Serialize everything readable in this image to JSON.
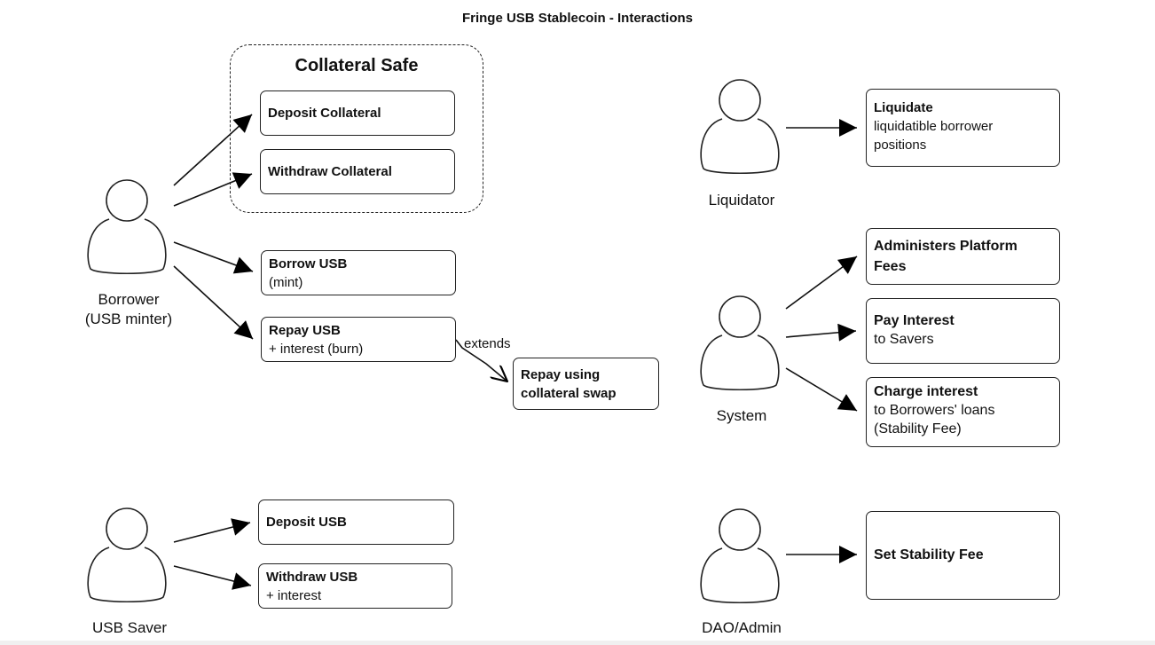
{
  "title": "Fringe USB Stablecoin - Interactions",
  "group": {
    "title": "Collateral Safe"
  },
  "actors": {
    "borrower": {
      "line1": "Borrower",
      "line2": "(USB minter)"
    },
    "saver": {
      "line1": "USB Saver"
    },
    "liquidator": {
      "line1": "Liquidator"
    },
    "system": {
      "line1": "System"
    },
    "dao": {
      "line1": "DAO/Admin"
    }
  },
  "use_cases": {
    "deposit_collateral": {
      "title": "Deposit Collateral",
      "sub": ""
    },
    "withdraw_collateral": {
      "title": "Withdraw Collateral",
      "sub": ""
    },
    "borrow_usb": {
      "title": "Borrow USB",
      "sub": "(mint)"
    },
    "repay_usb": {
      "title": "Repay USB",
      "sub": "+ interest (burn)"
    },
    "repay_swap": {
      "title": "Repay using collateral swap",
      "sub": ""
    },
    "deposit_usb": {
      "title": "Deposit USB",
      "sub": ""
    },
    "withdraw_usb": {
      "title": "Withdraw USB",
      "sub": "+ interest"
    },
    "liquidate": {
      "title": "Liquidate",
      "sub": "liquidatible borrower positions"
    },
    "admin_fees": {
      "title": "Administers Platform Fees",
      "sub": ""
    },
    "pay_interest": {
      "title": "Pay Interest",
      "sub": "to Savers"
    },
    "charge_interest": {
      "title": "Charge interest",
      "sub1": "to Borrowers' loans",
      "sub2": "(Stability Fee)"
    },
    "set_fee": {
      "title": "Set Stability Fee",
      "sub": ""
    }
  },
  "edges": {
    "extends_label": "extends"
  }
}
